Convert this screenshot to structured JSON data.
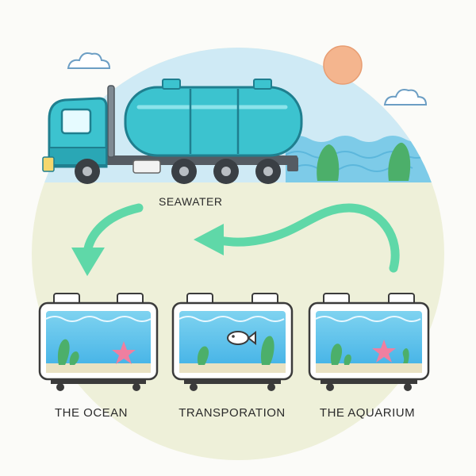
{
  "seawater_label": "SEAWATER",
  "tanks": [
    {
      "label": "THE OCEAN"
    },
    {
      "label": "TRANSPORATION"
    },
    {
      "label": "THE AQUARIUM"
    }
  ],
  "colors": {
    "sky": "#cfeaf5",
    "ground": "#eef0d9",
    "truck": "#3cc3cf",
    "tank_body": "#52c4dd",
    "arrow": "#5fd8a8",
    "sun": "#f4b58e",
    "plant": "#4caf6a",
    "starfish": "#ef7fa0"
  }
}
